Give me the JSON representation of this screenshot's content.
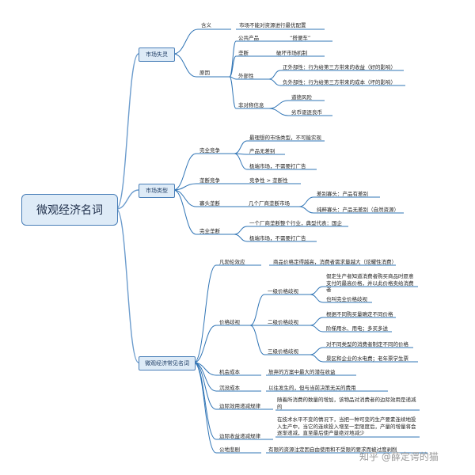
{
  "root": "微观经济名词",
  "branches": {
    "b1": "市场失灵",
    "b2": "市场类型",
    "b3": "微观经济常见名词"
  },
  "market_failure": {
    "meaning_label": "含义",
    "meaning_text": "市场不能对资源进行最优配置",
    "cause_label": "原因",
    "public_goods": "公共产品",
    "free_rider": "“搭便车”",
    "monopoly": "垄断",
    "monopoly_note": "破坏市场机制",
    "externality": "外部性",
    "positive_ext": "正外部性：行为给第三方带来的收益（好的影响）",
    "negative_ext": "负外部性：行为给第三方带来的成本（坏的影响）",
    "asym_info": "非对称信息",
    "moral_hazard": "道德风险",
    "bad_money": "劣币驱逐良币"
  },
  "market_types": {
    "perfect_comp": "完全竞争",
    "pc1": "最理想的市场类型，不可能实现",
    "pc2": "产品无差别",
    "pc3": "极端市场，不需要打广告",
    "mono_comp": "垄断竞争",
    "mono_comp_note": "竞争性 > 垄断性",
    "oligopoly": "寡头垄断",
    "oligopoly_note": "几个厂商垄断市场",
    "diff_oligopoly": "差别寡头：产品有差别",
    "pure_oligopoly": "纯粹寡头：产品无差别（自然资源）",
    "perfect_mono": "完全垄断",
    "pm1": "一个厂商垄断整个行业，典型代表：国企",
    "pm2": "极端市场，不需要打广告"
  },
  "common_terms": {
    "veblen": "凡勃伦效应",
    "veblen_note": "商品价格定得越高，消费者需求量越大（炫耀性消费）",
    "price_disc": "价格歧视",
    "first_degree": "一级价格歧视",
    "fd1": "假定生产者知道消费者购买商品时愿意支付的最高价格，并以此价格卖给消费者",
    "fd2": "也叫完全价格歧视",
    "second_degree": "二级价格歧视",
    "sd1": "根据不同购买量确定不同价格",
    "sd2": "阶梯用水、用电；多买多送",
    "third_degree": "三级价格歧视",
    "td1": "对不同类型的消费者制定不同的价格",
    "td2": "景区和企业的水电费；老年票学生票",
    "opportunity_cost": "机会成本",
    "opportunity_cost_note": "放弃的方案中最大的潜在收益",
    "sunk_cost": "沉没成本",
    "sunk_cost_note": "以往发生的，但与当前决策无关的费用",
    "diminishing_utility": "边际效用递减规律",
    "diminishing_utility_note": "随着所消费的数量的增加，该物品对消费者的边际效用是递减的",
    "diminishing_returns": "边际收益递减规律",
    "diminishing_returns_note": "在技术水平不变的情况下，当把一种可变的生产要素连续地投入生产中，当它的连续投入增至一定限度后，产量的增量将会逐渐递减，直至最后使产量绝对地减少",
    "commons": "公地悲剧",
    "commons_note": "有限的资源注定因自由使用和不受限的要求而被过度剥削"
  },
  "watermark": "知乎 @薛定谔的猫",
  "colors": {
    "line": "#2f74b5",
    "node_fill": "#deebf7",
    "node_border": "#4a7fb8"
  }
}
